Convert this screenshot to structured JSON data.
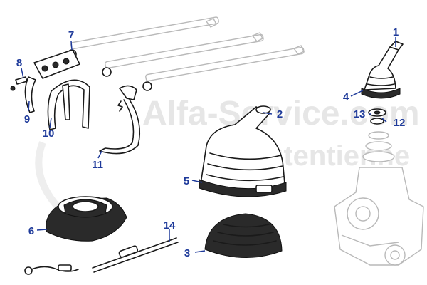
{
  "watermark": {
    "line1": "Alfa-Service.com",
    "line2": "Autentienne"
  },
  "callouts": [
    {
      "id": "1",
      "label": "1"
    },
    {
      "id": "2",
      "label": "2"
    },
    {
      "id": "3",
      "label": "3"
    },
    {
      "id": "4",
      "label": "4"
    },
    {
      "id": "5",
      "label": "5"
    },
    {
      "id": "6",
      "label": "6"
    },
    {
      "id": "7",
      "label": "7"
    },
    {
      "id": "8",
      "label": "8"
    },
    {
      "id": "9",
      "label": "9"
    },
    {
      "id": "10",
      "label": "10"
    },
    {
      "id": "11",
      "label": "11"
    },
    {
      "id": "12",
      "label": "12"
    },
    {
      "id": "13",
      "label": "13"
    },
    {
      "id": "14",
      "label": "14"
    }
  ],
  "colors": {
    "callout": "#1e3a9a",
    "ink": "#1a1a1a",
    "ghost": "#b9b9b9",
    "watermark": "#e6e6e6"
  }
}
